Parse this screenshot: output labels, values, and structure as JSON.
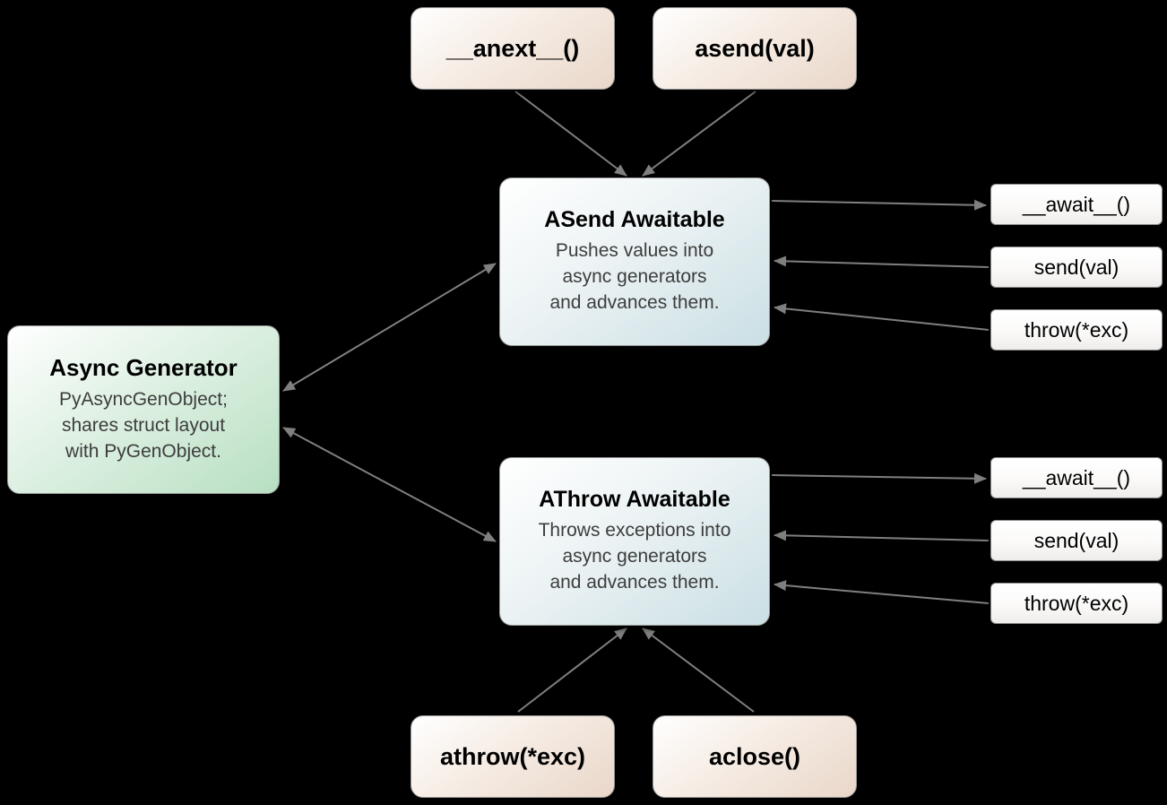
{
  "colors": {
    "background": "#000000",
    "node-tan": "#e9d7c9",
    "node-green": "#b7dfc2",
    "node-blue": "#cadfe4",
    "node-white": "#efedeb",
    "arrow": "#7f7f7f",
    "title-text": "#000000",
    "body-text": "#3d3d3d"
  },
  "nodes": {
    "anext": {
      "label": "__anext__()"
    },
    "asend": {
      "label": "asend(val)"
    },
    "athrow": {
      "label": "athrow(*exc)"
    },
    "aclose": {
      "label": "aclose()"
    },
    "async_generator": {
      "title": "Async Generator",
      "body": [
        "PyAsyncGenObject;",
        "shares struct layout",
        "with PyGenObject."
      ]
    },
    "asend_awaitable": {
      "title": "ASend Awaitable",
      "body": [
        "Pushes values into",
        "async generators",
        "and advances them."
      ]
    },
    "athrow_awaitable": {
      "title": "AThrow Awaitable",
      "body": [
        "Throws exceptions into",
        "async generators",
        "and advances them."
      ]
    },
    "asend_methods": {
      "await": "__await__()",
      "send": "send(val)",
      "throw": "throw(*exc)"
    },
    "athrow_methods": {
      "await": "__await__()",
      "send": "send(val)",
      "throw": "throw(*exc)"
    }
  }
}
